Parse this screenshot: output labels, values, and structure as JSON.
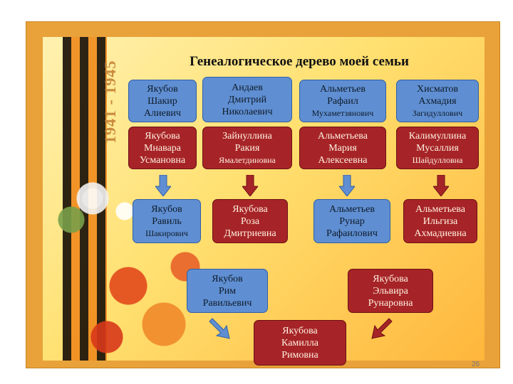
{
  "slide": {
    "years": "1941 - 1945",
    "title": "Генеалогическое дерево моей семьи",
    "page_number": "26"
  },
  "people": {
    "p1": [
      "Якубов",
      "Шакир",
      "Алиевич"
    ],
    "p2": [
      "Андаев",
      "Дмитрий",
      "Николаевич"
    ],
    "p3": [
      "Альметьев",
      "Рафаил",
      "Мухаметзянович"
    ],
    "p4": [
      "Хисматов",
      "Ахмадия",
      "Загидуллович"
    ],
    "p5": [
      "Якубова",
      "Мнавара",
      "Усмановна"
    ],
    "p6": [
      "Зайнуллина",
      "Ракия",
      "Ямалетдиновна"
    ],
    "p7": [
      "Альметьева",
      "Мария",
      "Алексеевна"
    ],
    "p8": [
      "Калимуллина",
      "Мусаллия",
      "Шайдулловна"
    ],
    "c1": [
      "Якубов",
      "Равиль",
      "Шакирович"
    ],
    "c2": [
      "Якубова",
      "Роза",
      "Дмитриевна"
    ],
    "c3": [
      "Альметьев",
      "Рунар",
      "Рафаилович"
    ],
    "c4": [
      "Альметьева",
      "Ильгиза",
      "Ахмадиевна"
    ],
    "g1": [
      "Якубов",
      "Рим",
      "Равильевич"
    ],
    "g2": [
      "Якубова",
      "Эльвира",
      "Рунаровна"
    ],
    "g3": [
      "Якубова",
      "Камилла",
      "Римовна"
    ]
  },
  "colors": {
    "blue_box": "#5f8fd2",
    "red_box": "#a62427",
    "blue_arrow": "#5f8fd2",
    "red_arrow": "#a62427"
  }
}
